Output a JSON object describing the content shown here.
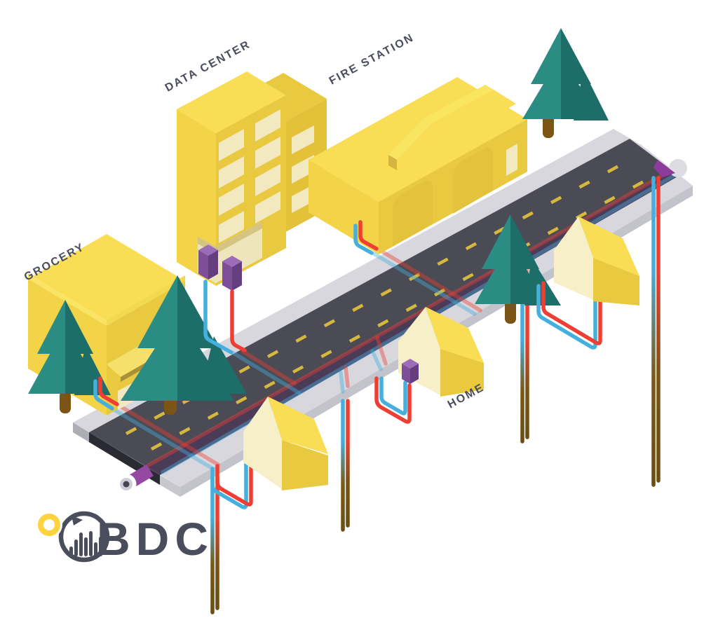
{
  "labels": {
    "grocery": "GROCERY",
    "data_center": "DATA CENTER",
    "fire_station": "FIRE STATION",
    "home": "HOME"
  },
  "logo": {
    "text": "BDC"
  },
  "colors": {
    "yellow_bright": "#F8DD55",
    "yellow_left": "#F3D449",
    "yellow_front": "#E9C93F",
    "yellow_deep": "#E3C23A",
    "window_cream": "#F2E9C1",
    "gable_pale": "#F7EFC7",
    "awning_trim": "#A8903A",
    "tree_teal": "#2B8C83",
    "tree_teal_dark": "#1D6E69",
    "trunk_brown": "#7B5416",
    "road_asphalt": "#4B4B55",
    "road_cut": "#2A2A33",
    "sidewalk": "#D7D7DD",
    "sidewalk_side": "#C2C3CB",
    "conduit_strip": "#4A3C57",
    "duct_purple": "#9448A2",
    "pipe_red": "#EF3E33",
    "pipe_blue": "#45AFDE",
    "underground_brown": "#7A5A14",
    "lane_dash": "#D7B83E",
    "label_slate": "#4A4E5C",
    "logo_yellow": "#FFD23F"
  }
}
